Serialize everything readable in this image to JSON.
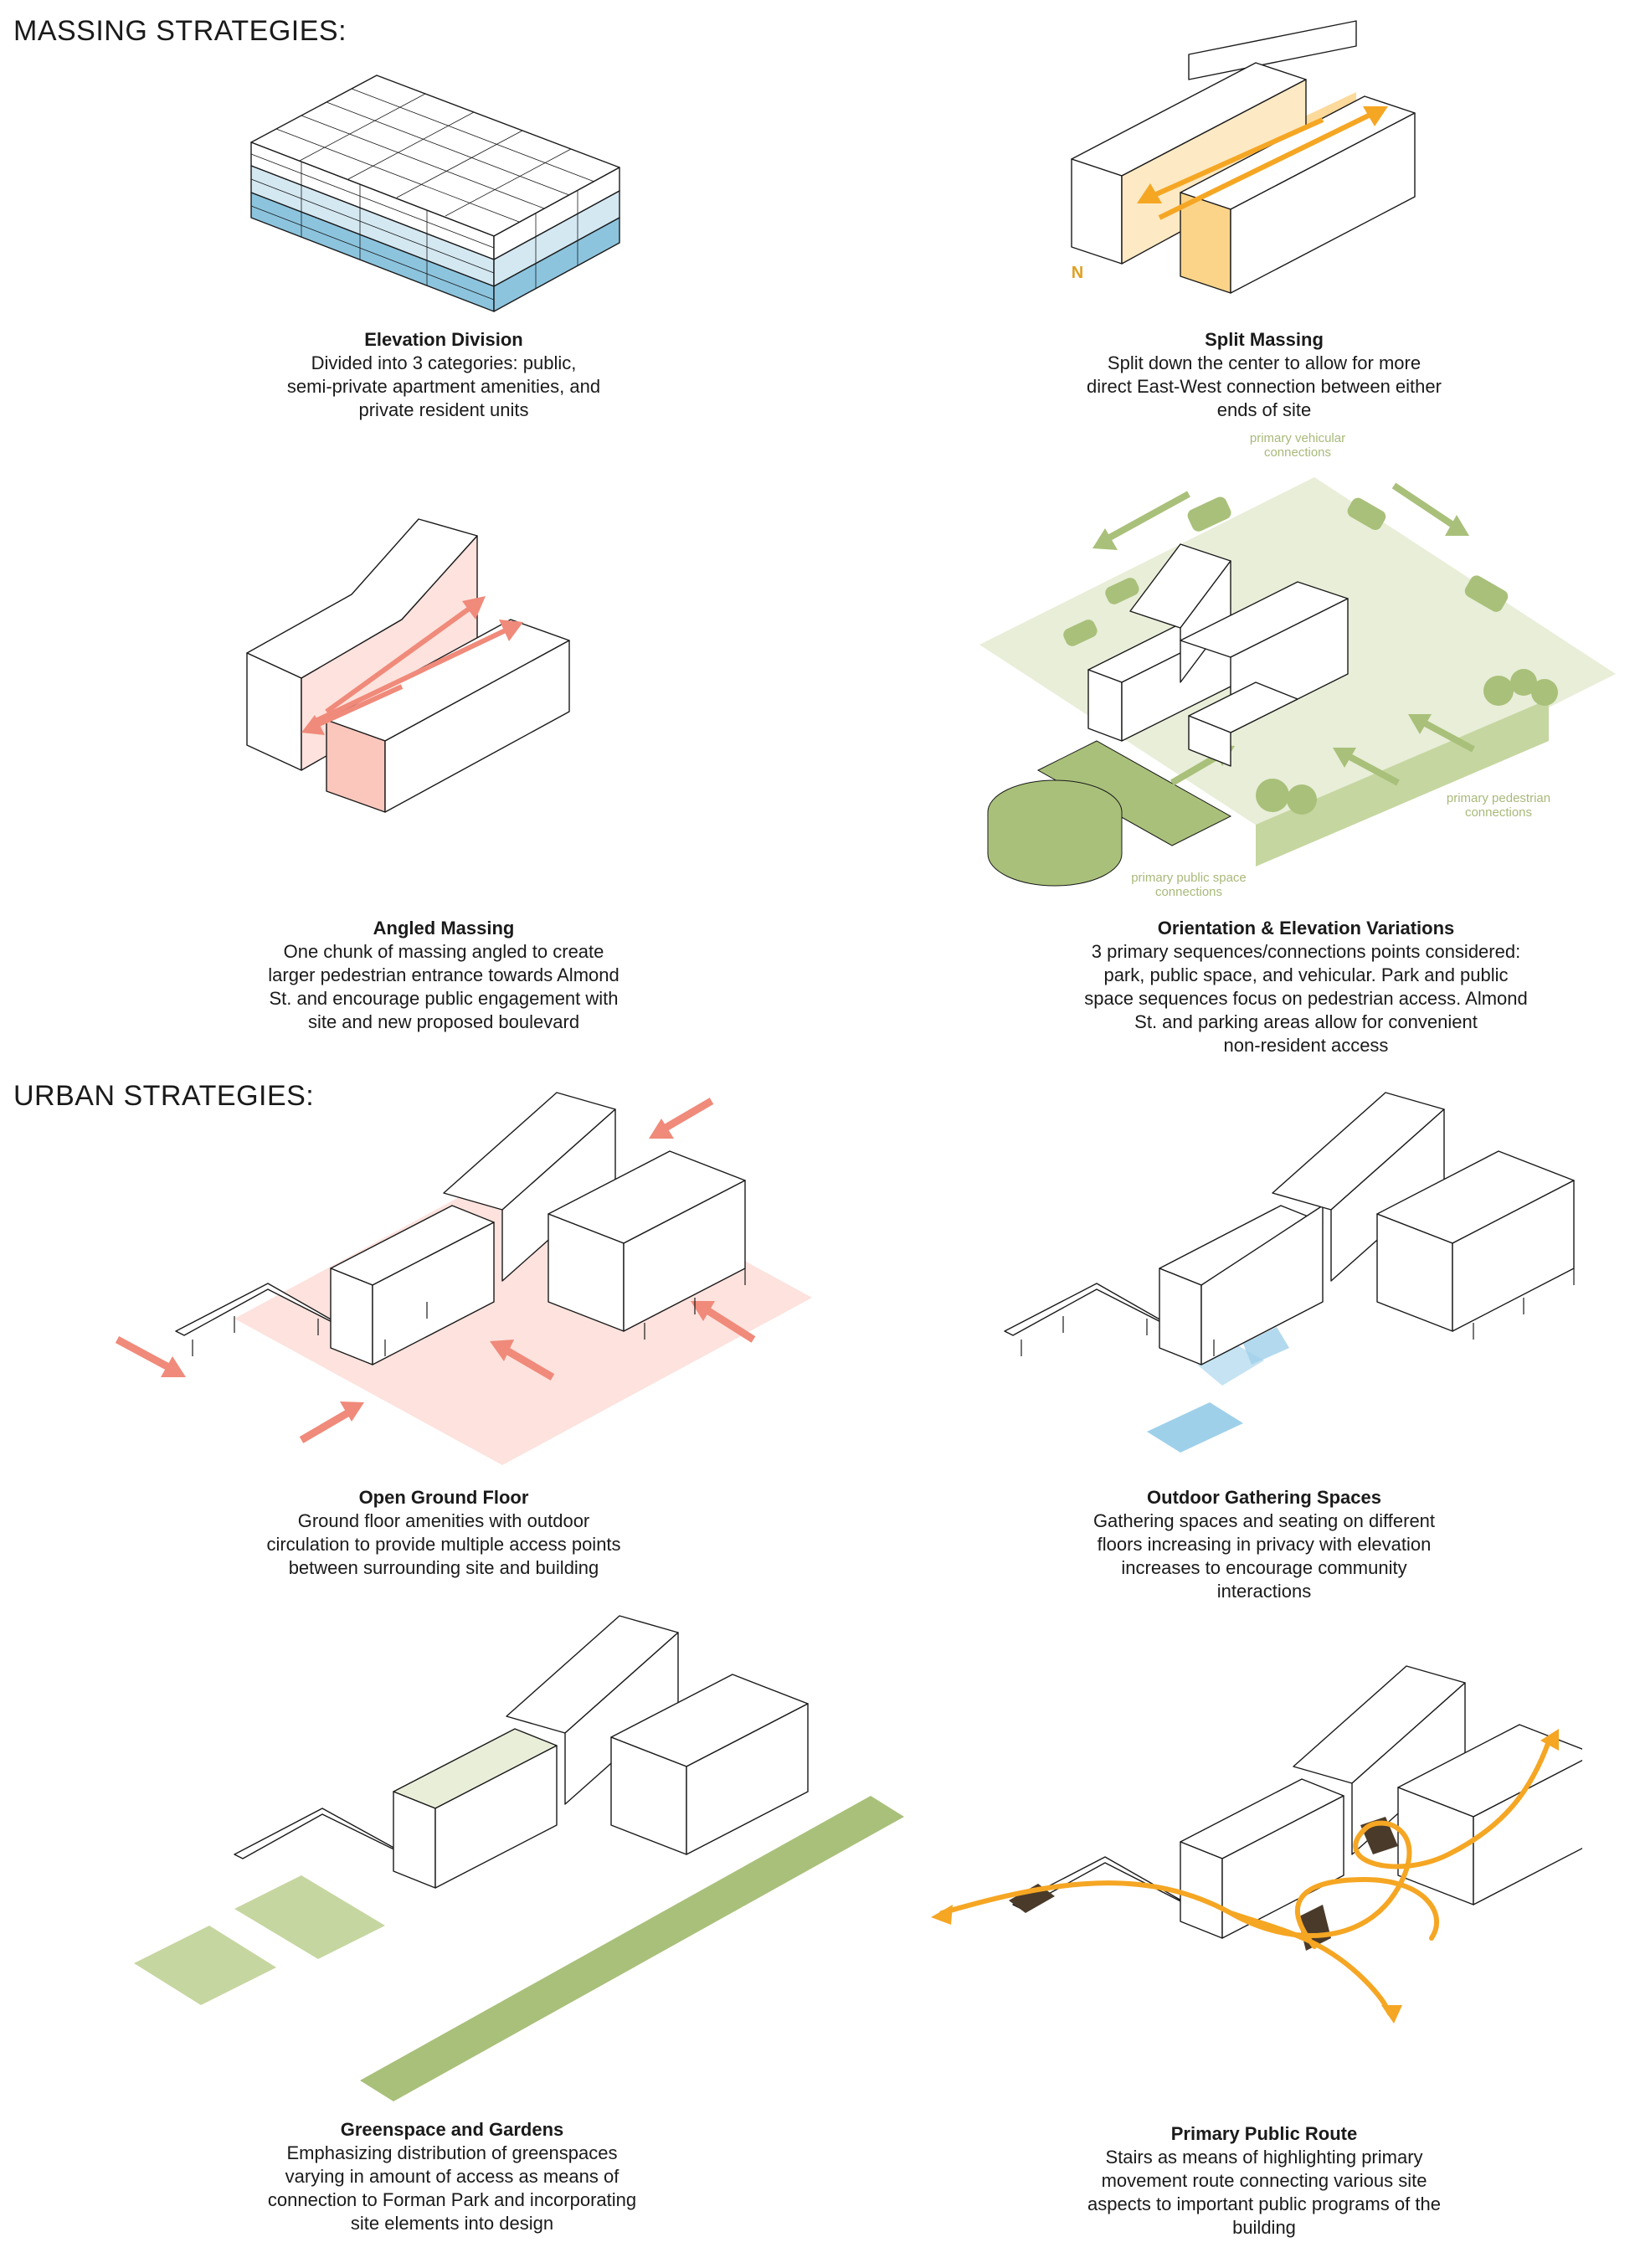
{
  "sections": {
    "massing": "MASSING STRATEGIES:",
    "urban": "URBAN STRATEGIES:"
  },
  "panels": {
    "elevation_division": {
      "title": "Elevation Division",
      "body": "Divided into 3 categories: public,\nsemi-private apartment amenities, and\nprivate resident units"
    },
    "split_massing": {
      "title": "Split Massing",
      "body": "Split down the center to allow for more\ndirect East-West connection between either\nends of site",
      "north_mark": "N"
    },
    "angled_massing": {
      "title": "Angled Massing",
      "body": "One chunk of massing angled to create\nlarger pedestrian entrance towards Almond\nSt. and encourage public engagement with\nsite and new proposed boulevard"
    },
    "orientation": {
      "title": "Orientation & Elevation Variations",
      "body": "3 primary sequences/connections points considered:\npark, public space, and vehicular. Park and public\nspace sequences focus on pedestrian access. Almond\nSt. and parking areas allow for convenient\nnon-resident access",
      "labels": {
        "vehicular": "primary vehicular\nconnections",
        "pedestrian": "primary pedestrian\nconnections",
        "public_space": "primary public space\nconnections"
      }
    },
    "open_ground_floor": {
      "title": "Open Ground Floor",
      "body": "Ground floor amenities with outdoor\ncirculation to provide multiple access points\nbetween surrounding site and building"
    },
    "outdoor_gathering": {
      "title": "Outdoor Gathering Spaces",
      "body": "Gathering spaces and seating on different\nfloors increasing in privacy with elevation\nincreases to encourage community\ninteractions"
    },
    "greenspace": {
      "title": "Greenspace and Gardens",
      "body": "Emphasizing distribution of greenspaces\nvarying in amount of access as means of\nconnection to Forman Park and incorporating\nsite elements into design"
    },
    "public_route": {
      "title": "Primary Public Route",
      "body": "Stairs as means of highlighting primary\nmovement route connecting various site\naspects to important public programs of the\nbuilding"
    }
  },
  "colors": {
    "outline": "#1a1a1a",
    "public_blue": "#8cc4de",
    "semi_blue": "#d4e8f2",
    "orange": "#f5a623",
    "orange_light": "#fbd48a",
    "red": "#f08a7a",
    "red_light": "#fde2dd",
    "green": "#a9c07a",
    "green_light": "#e8eed8",
    "green_mid": "#c6d6a0",
    "gather_blue": "#9fd0ea"
  }
}
